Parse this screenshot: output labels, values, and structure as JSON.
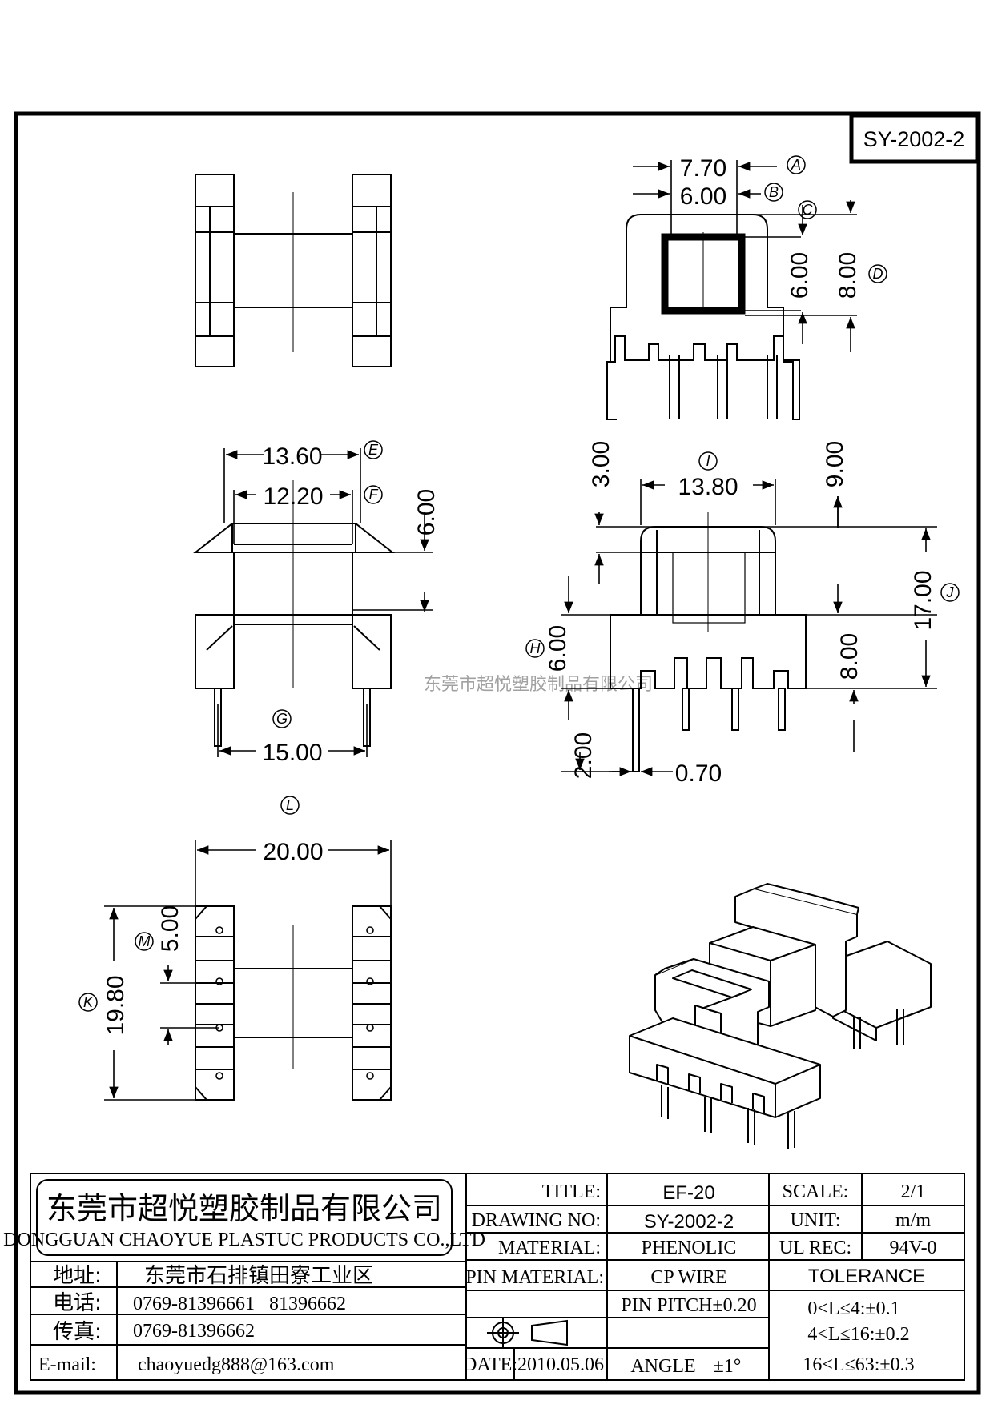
{
  "drawing_id_box": "SY-2002-2",
  "dimensions": {
    "top_right": {
      "a_value": "7.70",
      "a_tag": "A",
      "b_value": "6.00",
      "b_tag": "B",
      "c_tag": "C",
      "c_value": "6.00",
      "d_value": "8.00",
      "d_tag": "D"
    },
    "middle_left": {
      "e_value": "13.60",
      "e_tag": "E",
      "f_value": "12.20",
      "f_tag": "F",
      "flange_height": "6.00",
      "g_value": "15.00",
      "g_tag": "G"
    },
    "middle_right": {
      "top_gap": "3.00",
      "i_value": "13.80",
      "i_tag": "I",
      "right_height": "9.00",
      "j_value": "17.00",
      "j_tag": "J",
      "h_value": "6.00",
      "h_tag": "H",
      "base_height": "8.00",
      "pin_length": "2.00",
      "pin_width": "0.70"
    },
    "bottom_left": {
      "l_tag": "L",
      "l_value": "20.00",
      "m_value": "5.00",
      "m_tag": "M",
      "k_value": "19.80",
      "k_tag": "K"
    }
  },
  "watermark": "东莞市超悦塑胶制品有限公司",
  "title_block": {
    "company_cn": "东莞市超悦塑胶制品有限公司",
    "company_en": "DONGGUAN CHAOYUE PLASTUC PRODUCTS CO.,LTD",
    "address_label": "地址:",
    "address_value": "东莞市石排镇田寮工业区",
    "phone_label": "电话:",
    "phone_value": "0769-81396661   81396662",
    "fax_label": "传真:",
    "fax_value": "0769-81396662",
    "email_label": "E-mail:",
    "email_value": "chaoyuedg888@163.com",
    "title_label": "TITLE:",
    "title_value": "EF-20",
    "drawing_no_label": "DRAWING NO:",
    "drawing_no_value": "SY-2002-2",
    "material_label": "MATERIAL:",
    "material_value": "PHENOLIC",
    "pin_material_label": "PIN MATERIAL:",
    "pin_material_value": "CP WIRE",
    "pin_pitch": "PIN PITCH±0.20",
    "angle_label": "ANGLE",
    "angle_value": "±1°",
    "date_label": "DATE:",
    "date_value": "2010.05.06",
    "scale_label": "SCALE:",
    "scale_value": "2/1",
    "unit_label": "UNIT:",
    "unit_value": "m/m",
    "ul_label": "UL REC:",
    "ul_value": "94V-0",
    "tolerance_label": "TOLERANCE",
    "tolerance_lines": [
      "0<L≤4:±0.1",
      "4<L≤16:±0.2",
      "16<L≤63:±0.3"
    ]
  },
  "icons": [
    "projection-symbol-icon"
  ]
}
